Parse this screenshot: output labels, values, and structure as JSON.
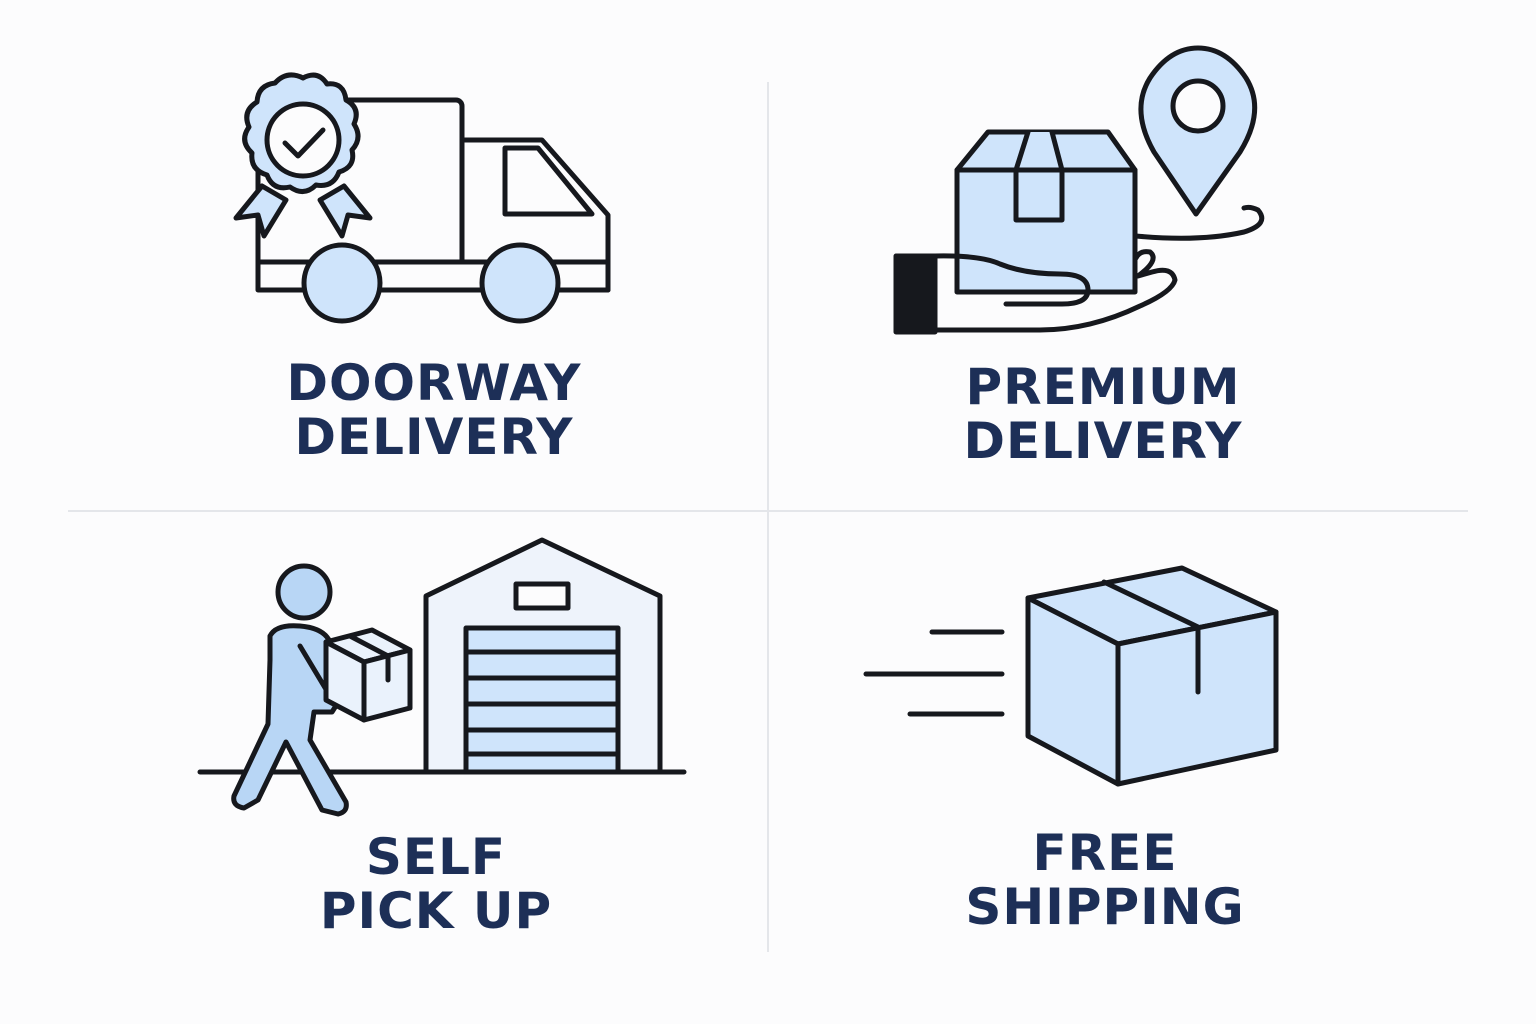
{
  "colors": {
    "background": "#fcfcfd",
    "stroke": "#16181d",
    "fill_light": "#cfe4fb",
    "fill_mid": "#b8d6f5",
    "text": "#1d2f57",
    "divider": "#e4e6ea"
  },
  "tiles": [
    {
      "icon": "delivery-truck-with-badge-icon",
      "label_line1": "DOORWAY",
      "label_line2": "DELIVERY"
    },
    {
      "icon": "hand-holding-box-with-location-pin-icon",
      "label_line1": "PREMIUM",
      "label_line2": "DELIVERY"
    },
    {
      "icon": "person-carrying-box-to-warehouse-icon",
      "label_line1": "SELF",
      "label_line2": "PICK UP"
    },
    {
      "icon": "moving-box-icon",
      "label_line1": "FREE",
      "label_line2": "SHIPPING"
    }
  ]
}
